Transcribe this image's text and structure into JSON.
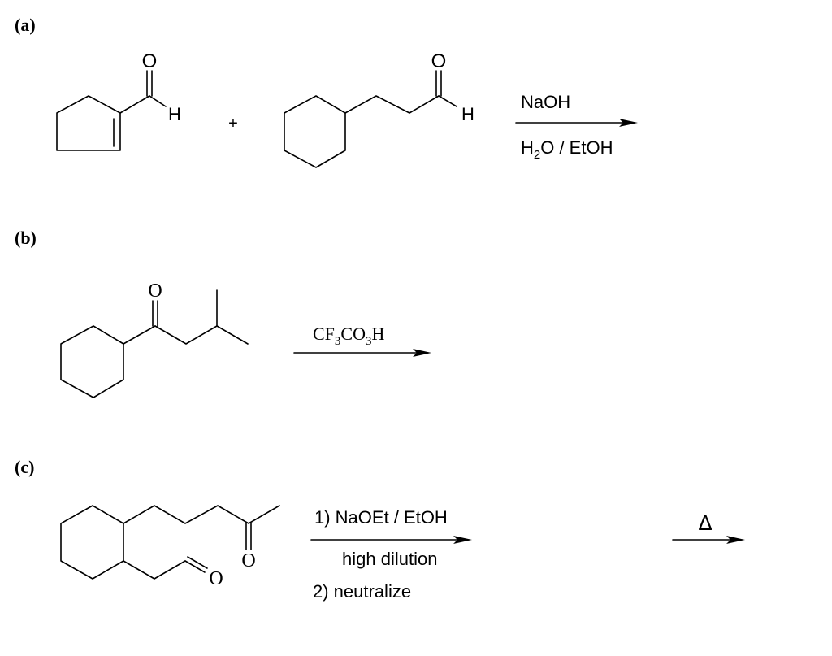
{
  "parts": {
    "a": {
      "label": "(a)",
      "reactant1": {
        "oxygen": "O",
        "hydrogen": "H"
      },
      "plus": "+",
      "reactant2": {
        "oxygen": "O",
        "hydrogen": "H"
      },
      "reagent_top": "NaOH",
      "reagent_bottom_pre": "H",
      "reagent_bottom_sub": "2",
      "reagent_bottom_post": "O / EtOH"
    },
    "b": {
      "label": "(b)",
      "reactant": {
        "oxygen": "O"
      },
      "reagent_p1": "CF",
      "reagent_sub1": "3",
      "reagent_p2": "CO",
      "reagent_sub2": "3",
      "reagent_p3": "H"
    },
    "c": {
      "label": "(c)",
      "reactant": {
        "oxygen_ketone": "O",
        "oxygen_aldehyde": "O"
      },
      "reagent_line1": "1)  NaOEt / EtOH",
      "reagent_line2": "high dilution",
      "reagent_line3": "2) neutralize",
      "heat_symbol": "Δ"
    }
  }
}
